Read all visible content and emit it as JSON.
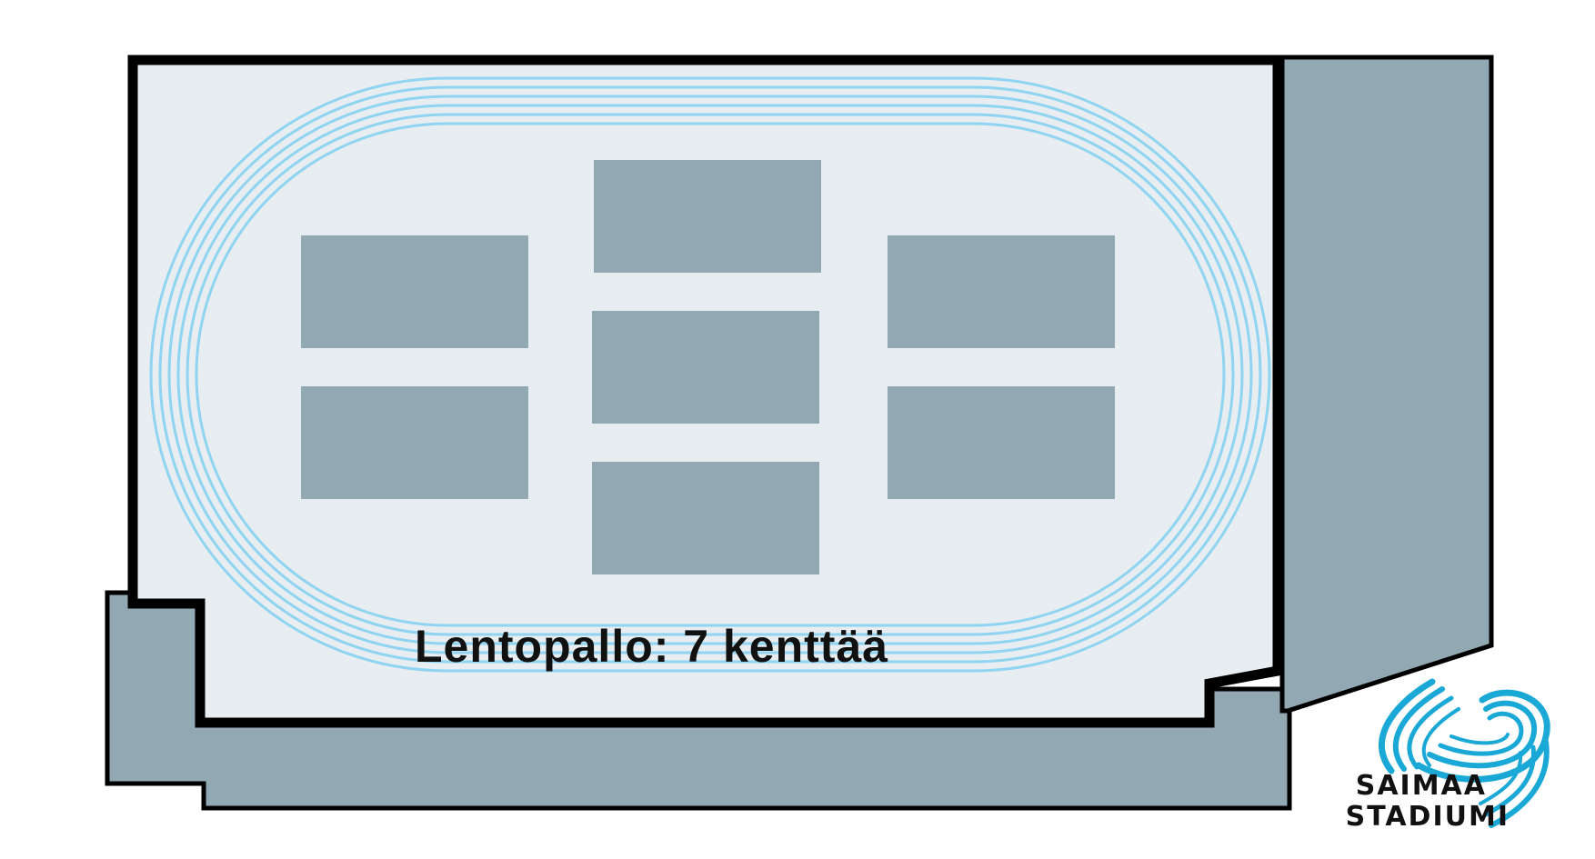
{
  "map": {
    "caption": "Lentopallo: 7 kenttää",
    "court_count": 7,
    "colors": {
      "field": "#e8edf1",
      "court": "#92a8b2",
      "stands": "#92a8b2",
      "outline": "#000000",
      "track": "#8fd4f0",
      "logo_accent": "#1aa8d6"
    }
  },
  "logo": {
    "line1": "SAIMAA",
    "line2": "STADIUMI"
  }
}
